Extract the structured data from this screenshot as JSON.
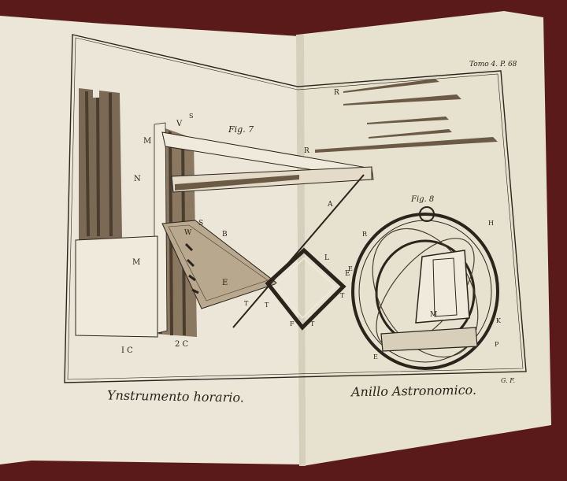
{
  "captions": {
    "left": "Ynstrumento horario.",
    "right": "Anillo Astronomico."
  },
  "plate_number": "Tomo 4. P. 68",
  "engraver": "G. F.",
  "figures": {
    "fig7": "Fig. 7",
    "fig8": "Fig. 8"
  },
  "letters": {
    "v": "V",
    "s_top": "S",
    "m_top": "M",
    "n": "N",
    "m_box": "M",
    "ic": "I C",
    "c2": "2 C",
    "s": "S",
    "w": "W",
    "b": "B",
    "e": "E",
    "a": "A",
    "l": "L",
    "e2": "E",
    "t1": "T",
    "t2": "T",
    "t3": "T",
    "f": "F",
    "t4": "T",
    "r1": "R",
    "r2": "R",
    "e3": "E",
    "r3": "R",
    "h": "H",
    "k": "K",
    "p": "P",
    "e4": "E",
    "m_ring": "M"
  },
  "colors": {
    "paper": "#e9e3d3",
    "ink": "#2a241c",
    "background": "#5a1a1a"
  }
}
